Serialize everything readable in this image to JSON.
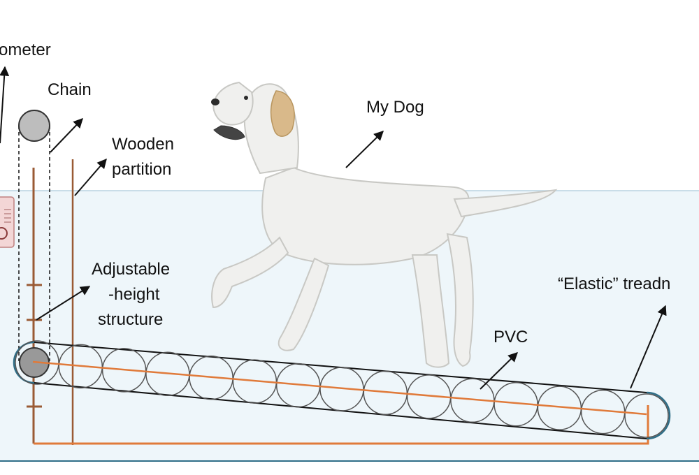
{
  "labels": {
    "manometer": "ometer",
    "chain": "Chain",
    "wooden_partition_line1": "Wooden",
    "wooden_partition_line2": "partition",
    "my_dog": "My Dog",
    "adjustable_line1": "Adjustable",
    "adjustable_line2": "-height",
    "adjustable_line3": "structure",
    "pvc": "PVC",
    "treadmill": "“Elastic” treadn"
  },
  "colors": {
    "water": "#eef6fa",
    "water_line": "#c9dde8",
    "floor_line": "#2f6e87",
    "wood": "#9a5a34",
    "orange": "#e07a3a",
    "roller": "#555555",
    "pulley": "#bdbdbd",
    "gauge": "#f3d6d6"
  },
  "icons": {
    "dog": "labrador-dog-illustration",
    "gauge": "manometer-gauge-icon"
  }
}
